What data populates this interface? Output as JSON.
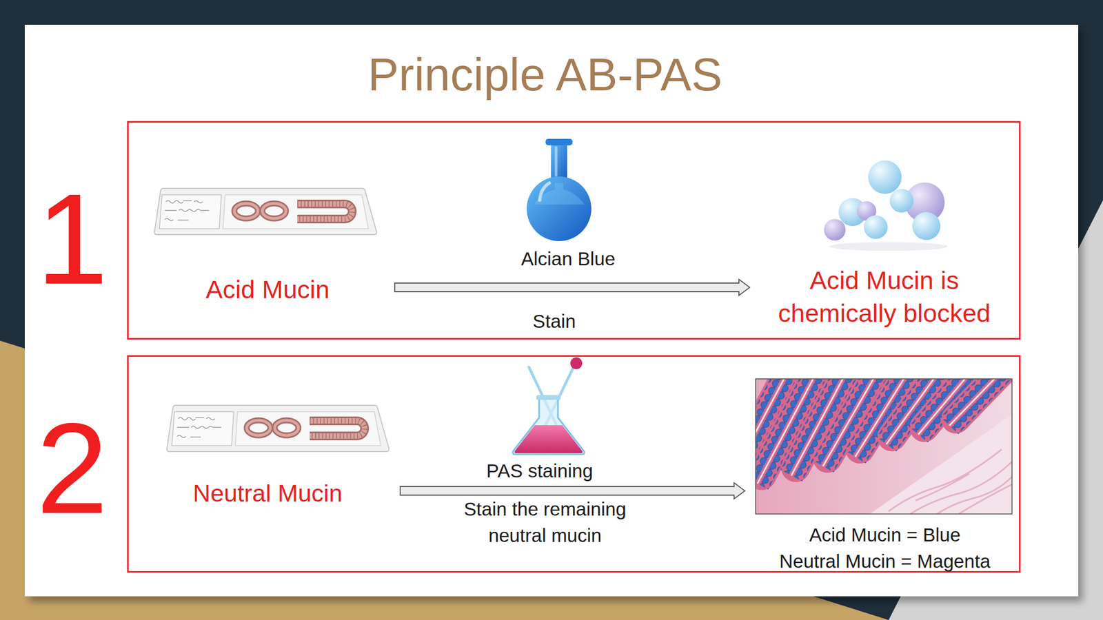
{
  "diagram": {
    "title": "Principle AB-PAS",
    "nodes": [
      {
        "text": [
          "1"
        ]
      },
      {
        "text": [
          "Acid Mucin"
        ],
        "in": 0
      },
      {
        "text": [
          "Acid Mucin is chemically blocked"
        ],
        "in": 0
      },
      {
        "text": [
          "2"
        ]
      },
      {
        "text": [
          "Neutral Mucin"
        ],
        "in": 3
      },
      {
        "text": [
          "Acid Mucin = Blue",
          "Neutral Mucin = Magenta"
        ],
        "in": 3
      }
    ],
    "edges": [
      {
        "from": 1,
        "to": 2,
        "arrow": "to",
        "label": "Alcian Blue"
      },
      {
        "from": 4,
        "to": 5,
        "arrow": "to",
        "label": "PAS staining"
      }
    ],
    "labels": [
      "Stain",
      "Stain the remaining neutral mucin"
    ]
  }
}
